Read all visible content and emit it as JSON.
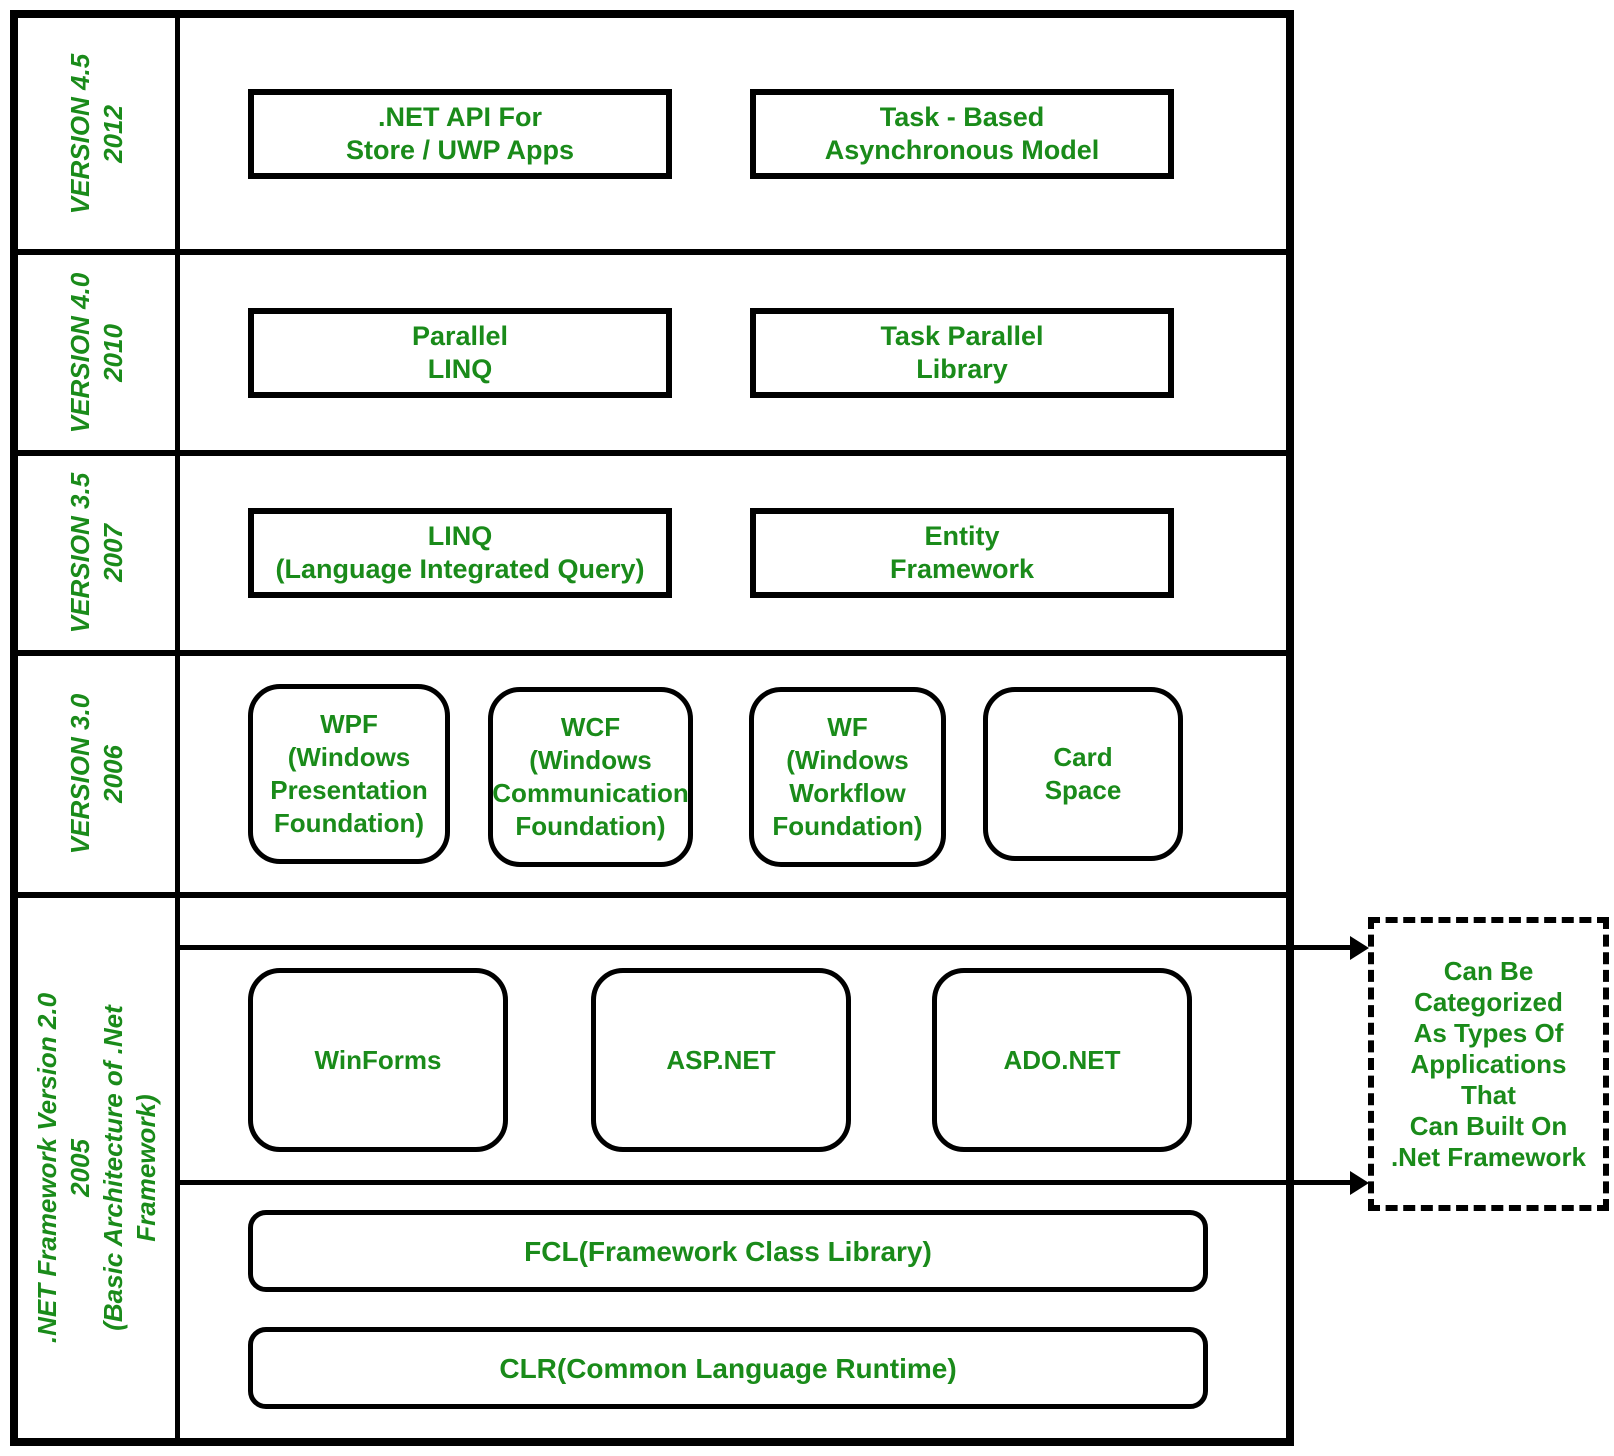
{
  "diagram": {
    "accent_color": "#1a8b1a",
    "border_color": "#000000",
    "rows": [
      {
        "label": "VERSION 4.5\n2012",
        "boxes": [
          {
            "label": ".NET API For\nStore / UWP Apps"
          },
          {
            "label": "Task - Based\nAsynchronous Model"
          }
        ]
      },
      {
        "label": "VERSION 4.0\n2010",
        "boxes": [
          {
            "label": "Parallel\nLINQ"
          },
          {
            "label": "Task Parallel\nLibrary"
          }
        ]
      },
      {
        "label": "VERSION 3.5\n2007",
        "boxes": [
          {
            "label": "LINQ\n(Language Integrated Query)"
          },
          {
            "label": "Entity\nFramework"
          }
        ]
      },
      {
        "label": "VERSION 3.0\n2006",
        "boxes": [
          {
            "label": "WPF\n(Windows\nPresentation\nFoundation)"
          },
          {
            "label": "WCF\n(Windows\nCommunication\nFoundation)"
          },
          {
            "label": "WF\n(Windows\nWorkflow\nFoundation)"
          },
          {
            "label": "Card\nSpace"
          }
        ]
      },
      {
        "label": ".NET Framework Version 2.0\n2005\n(Basic Architecture of .Net\nFramework)",
        "boxes": [
          {
            "label": "WinForms"
          },
          {
            "label": "ASP.NET"
          },
          {
            "label": "ADO.NET"
          }
        ],
        "wide_boxes": [
          {
            "label": "FCL(Framework Class Library)"
          },
          {
            "label": "CLR(Common Language Runtime)"
          }
        ]
      }
    ],
    "annotation": {
      "label": "Can Be\nCategorized\nAs Types Of\nApplications\nThat\nCan Built On\n.Net Framework"
    }
  }
}
